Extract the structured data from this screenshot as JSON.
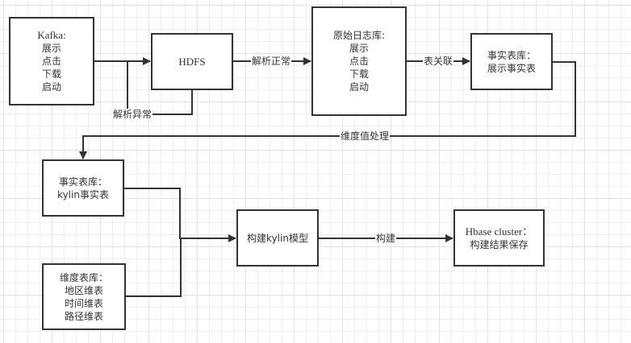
{
  "diagram": {
    "colors": {
      "stroke": "#333333",
      "text": "#333333",
      "background": "#ffffff",
      "grid": "#e3e3e3"
    },
    "nodes": {
      "kafka": {
        "title": "Kafka:",
        "lines": [
          "展示",
          "点击",
          "下载",
          "启动"
        ]
      },
      "hdfs": {
        "title": "HDFS"
      },
      "raw_log_db": {
        "title": "原始日志库:",
        "lines": [
          "展示",
          "点击",
          "下载",
          "启动"
        ]
      },
      "fact_db_display": {
        "title": "事实表库：",
        "lines": [
          "展示事实表"
        ]
      },
      "fact_db_kylin": {
        "title": "事实表库：",
        "lines": [
          "kylin事实表"
        ]
      },
      "dim_db": {
        "title": "维度表库：",
        "lines": [
          "地区维表",
          "时间维表",
          "路径维表"
        ]
      },
      "build_kylin_model": {
        "title": "构建kylin模型"
      },
      "hbase_cluster": {
        "title": "Hbase cluster：",
        "lines": [
          "构建结果保存"
        ]
      }
    },
    "edges": {
      "parse_error": "解析异常",
      "parse_ok": "解析正常",
      "table_join": "表关联",
      "dim_value_processing": "维度值处理",
      "build": "构建"
    }
  }
}
